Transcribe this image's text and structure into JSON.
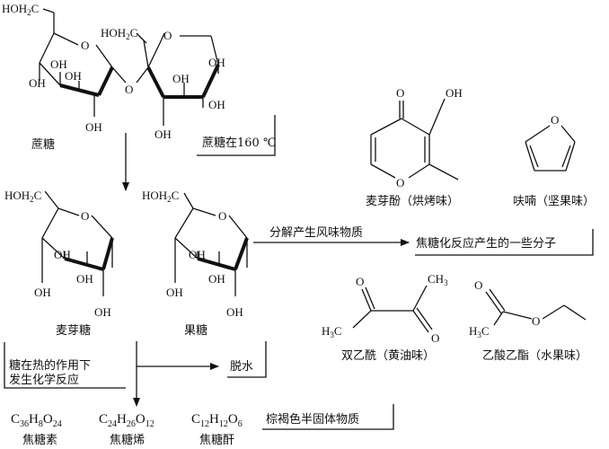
{
  "molecules": {
    "sucrose": {
      "name": "蔗糖",
      "groups": [
        "HOH2C",
        "HOH2C",
        "OH",
        "OH",
        "OH",
        "OH",
        "OH",
        "OH",
        "O",
        "O",
        "O"
      ]
    },
    "glucose": {
      "name": "麦芽糖",
      "groups": [
        "HOH2C",
        "O",
        "OH",
        "OH",
        "OH"
      ]
    },
    "fructose": {
      "name": "果糖",
      "groups": [
        "HOH2C",
        "O",
        "OH",
        "OH",
        "OH"
      ]
    },
    "maltol": {
      "name": "麦芽酚（烘烤味）",
      "groups": [
        "O",
        "OH",
        "O"
      ]
    },
    "furan": {
      "name": "呋喃（坚果味）",
      "groups": [
        "O"
      ]
    },
    "diacetyl": {
      "name": "双乙酰（黄油味）",
      "groups": [
        "O",
        "CH3",
        "H3C",
        "O"
      ]
    },
    "ethyl_acetate": {
      "name": "乙酸乙酯（水果味）",
      "groups": [
        "O",
        "H3C",
        "O"
      ]
    }
  },
  "steps": {
    "heat_sucrose": "蔗糖在160 ℃",
    "decompose": "分解产生风味物质",
    "caramel_molecules": "焦糖化反应产生的一些分子",
    "heat_reaction_line1": "糖在热的作用下",
    "heat_reaction_line2": "发生化学反应",
    "dehydrate": "脱水",
    "brown_solid": "棕褐色半固体物质"
  },
  "products": [
    {
      "formula": [
        "C",
        "36",
        "H",
        "8",
        "O",
        "24"
      ],
      "name": "焦糖素"
    },
    {
      "formula": [
        "C",
        "24",
        "H",
        "26",
        "O",
        "12"
      ],
      "name": "焦糖烯"
    },
    {
      "formula": [
        "C",
        "12",
        "H",
        "12",
        "O",
        "6"
      ],
      "name": "焦糖酐"
    }
  ]
}
